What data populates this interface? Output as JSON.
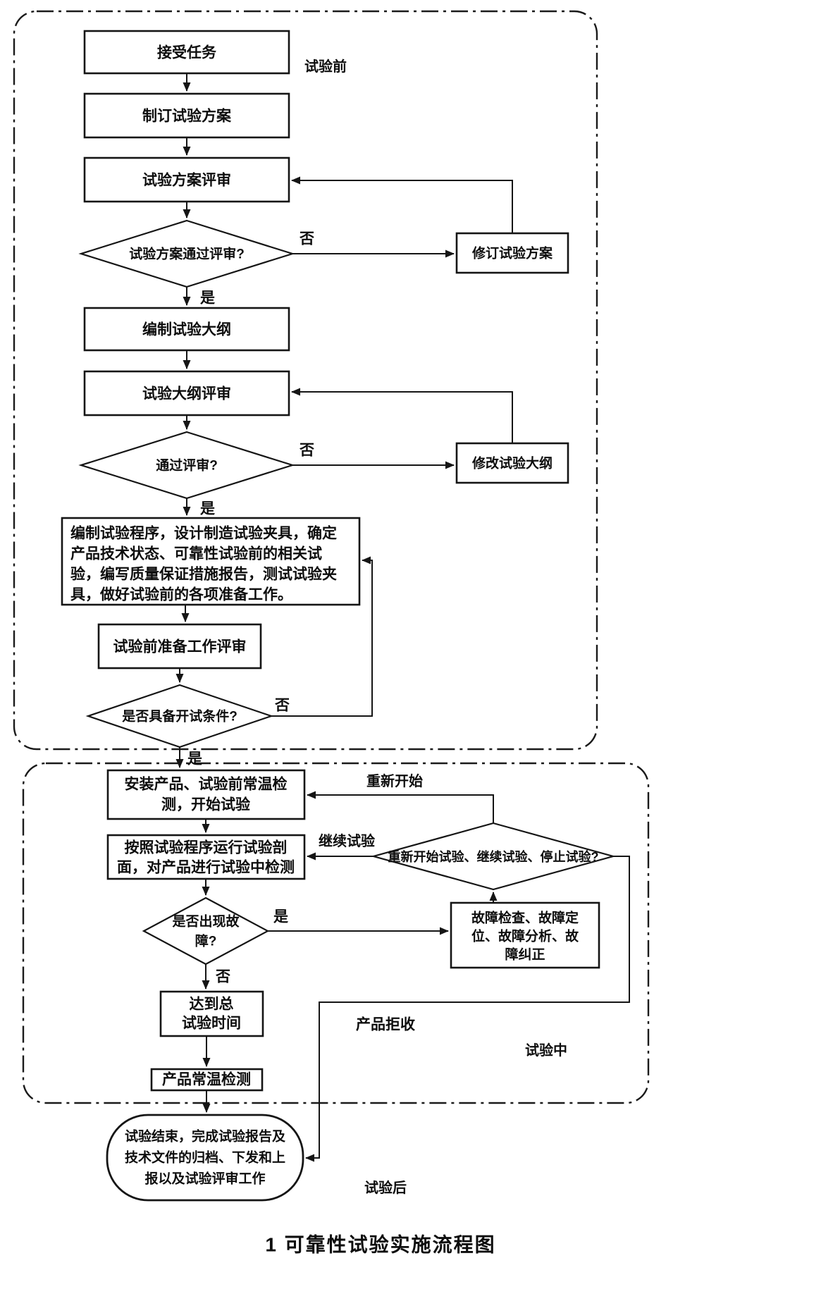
{
  "figure": {
    "caption": "1  可靠性试验实施流程图"
  },
  "stage_labels": {
    "pre": "试验前",
    "during": "试验中",
    "post": "试验后"
  },
  "branch_labels": {
    "yes": "是",
    "no": "否",
    "restart": "重新开始",
    "continue_test": "继续试验",
    "reject": "产品拒收"
  },
  "nodes": {
    "accept_task": {
      "label": "接受任务"
    },
    "develop_plan": {
      "label": "制订试验方案"
    },
    "plan_review": {
      "label": "试验方案评审"
    },
    "plan_pass_q": {
      "label": "试验方案通过评审?"
    },
    "revise_plan": {
      "label": "修订试验方案"
    },
    "compile_outline": {
      "label": "编制试验大纲"
    },
    "outline_review": {
      "label": "试验大纲评审"
    },
    "outline_pass_q": {
      "label": "通过评审?"
    },
    "modify_outline": {
      "label": "修改试验大纲"
    },
    "prepare_work": {
      "lines": [
        "编制试验程序，设计制造试验夹具，确定",
        "产品技术状态、可靠性试验前的相关试",
        "验，编写质量保证措施报告，测试试验夹",
        "具，做好试验前的各项准备工作。"
      ]
    },
    "prep_review": {
      "label": "试验前准备工作评审"
    },
    "ready_q": {
      "label": "是否具备开试条件?"
    },
    "install_start": {
      "lines": [
        "安装产品、试验前常温检",
        "测，开始试验"
      ]
    },
    "run_profile": {
      "lines": [
        "按照试验程序运行试验剖",
        "面，对产品进行试验中检测"
      ]
    },
    "fault_q": {
      "lines": [
        "是否出现故",
        "障?"
      ]
    },
    "fault_handle": {
      "lines": [
        "故障检查、故障定",
        "位、故障分析、故",
        "障纠正"
      ]
    },
    "resume_q": {
      "label": "重新开始试验、继续试验、停止试验?"
    },
    "total_time": {
      "lines": [
        "达到总",
        "试验时间"
      ]
    },
    "ambient_check": {
      "label": "产品常温检测"
    },
    "test_end": {
      "lines": [
        "试验结束，完成试验报告及",
        "技术文件的归档、下发和上",
        "报以及试验评审工作"
      ]
    }
  }
}
